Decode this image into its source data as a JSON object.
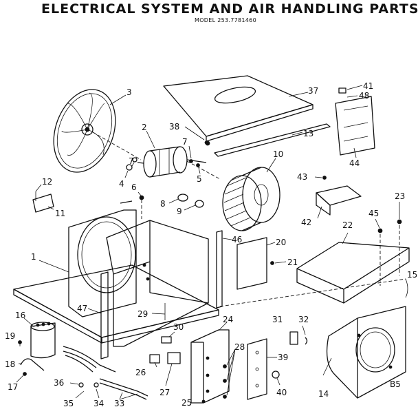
{
  "header": {
    "title": "ELECTRICAL SYSTEM AND AIR HANDLING PARTS",
    "model": "MODEL 253.7781460"
  },
  "callouts": {
    "c1": "1",
    "c2": "2",
    "c3": "3",
    "c4": "4",
    "c5": "5",
    "c6": "6",
    "c7a": "7",
    "c7b": "7",
    "c8": "8",
    "c9": "9",
    "c10": "10",
    "c11": "11",
    "c12": "12",
    "c13": "13",
    "c14": "14",
    "c15": "15",
    "c16": "16",
    "c17": "17",
    "c18": "18",
    "c19": "19",
    "c20": "20",
    "c21": "21",
    "c22": "22",
    "c23": "23",
    "c24": "24",
    "c25": "25",
    "c26": "26",
    "c27": "27",
    "c28": "28",
    "c29": "29",
    "c30": "30",
    "c31": "31",
    "c32": "32",
    "c33": "33",
    "c34": "34",
    "c35": "35",
    "c36": "36",
    "c37": "37",
    "c38": "38",
    "c39": "39",
    "c40": "40",
    "c41": "41",
    "c42": "42",
    "c43": "43",
    "c44": "44",
    "c45": "45",
    "c46": "46",
    "c47": "47",
    "c48": "48"
  },
  "page_code": "B5"
}
